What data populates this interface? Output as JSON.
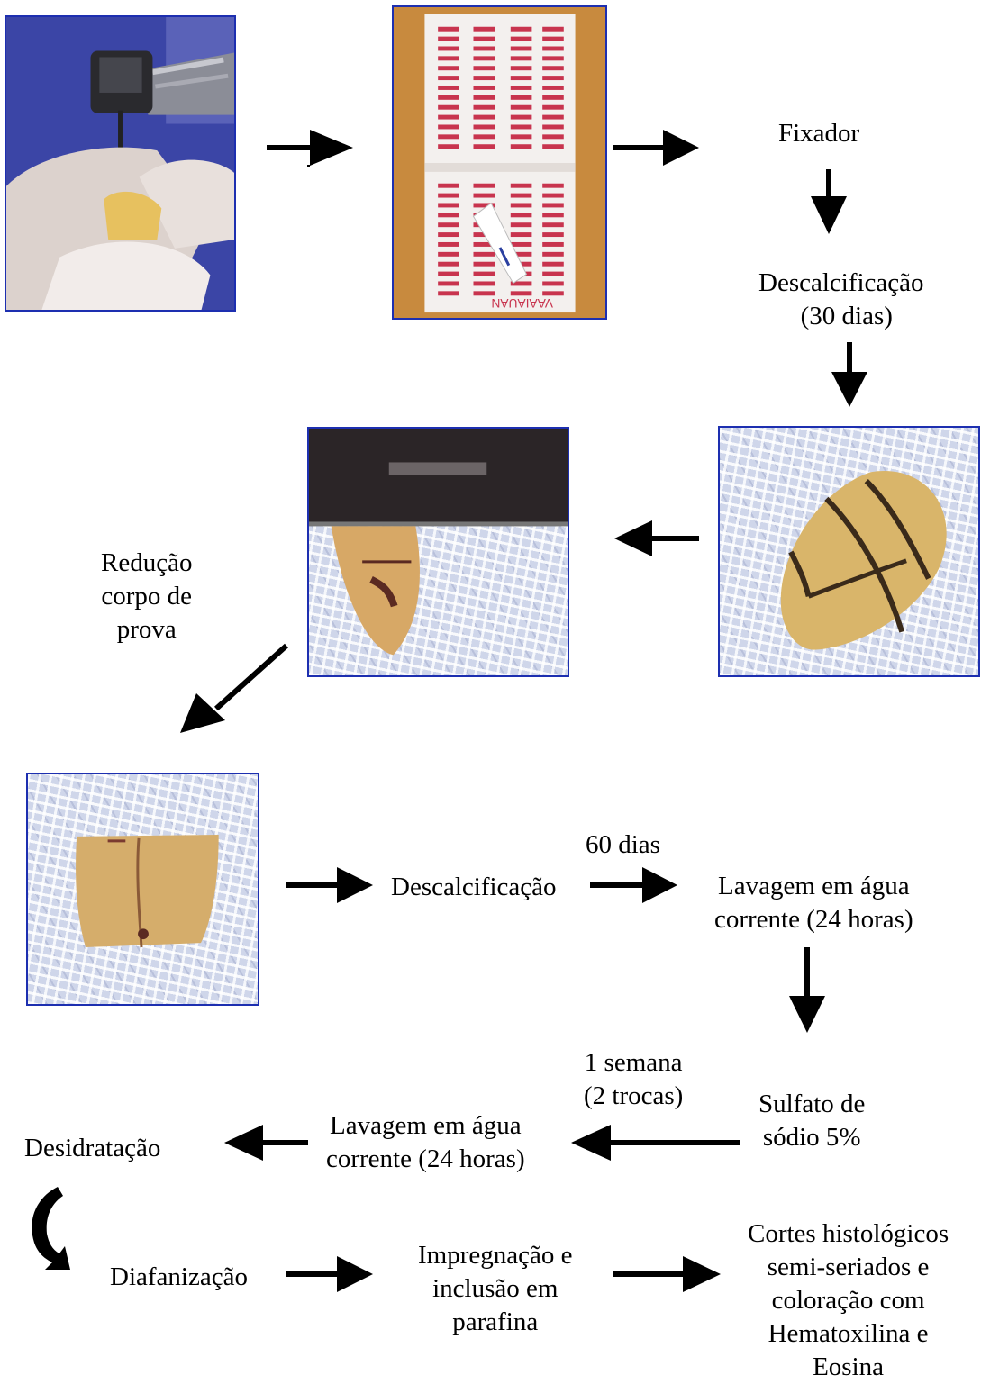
{
  "steps": {
    "fixador": "Fixador",
    "descalc1": [
      "Descalcificação",
      "(30 dias)"
    ],
    "reducao": [
      "Redução",
      "corpo de",
      "prova"
    ],
    "descalc2": "Descalcificação",
    "dias60": "60 dias",
    "lavagem1": [
      "Lavagem em água",
      "corrente (24 horas)"
    ],
    "semana": [
      "1 semana",
      "(2 trocas)"
    ],
    "sulfato": [
      "Sulfato de",
      "sódio 5%"
    ],
    "lavagem2": [
      "Lavagem em água",
      "corrente (24 horas)"
    ],
    "desidratacao": "Desidratação",
    "diafanizacao": "Diafanização",
    "impregnacao": [
      "Impregnação e",
      "inclusão em",
      "parafina"
    ],
    "cortes": [
      "Cortes histológicos",
      "semi-seriados e",
      "coloração com",
      "Hematoxilina e",
      "Eosina"
    ]
  },
  "photos": {
    "cassette_marking": "VAAIAUAN"
  },
  "colors": {
    "photo_border": "#1d2fb0",
    "arrow": "#000000",
    "cassette_slots": "#c8344e",
    "tooth": "#d9b56a",
    "glove_background": "#3b45a6"
  }
}
